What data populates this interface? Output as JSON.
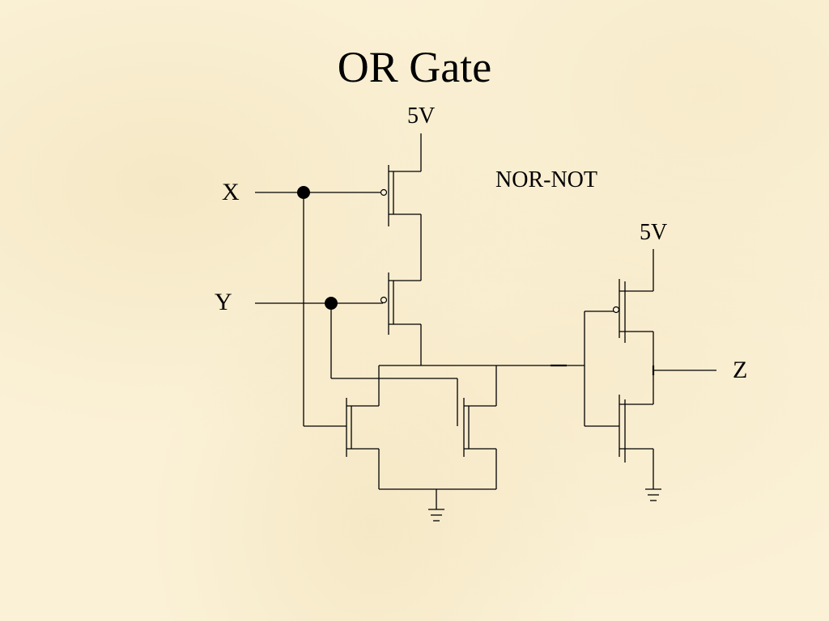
{
  "title": "OR Gate",
  "annotation": "NOR-NOT",
  "supply_nor": "5V",
  "supply_not": "5V",
  "inputs": {
    "x": "X",
    "y": "Y"
  },
  "output": "Z",
  "colors": {
    "background": "#fbf1d6",
    "ink": "#000000"
  }
}
